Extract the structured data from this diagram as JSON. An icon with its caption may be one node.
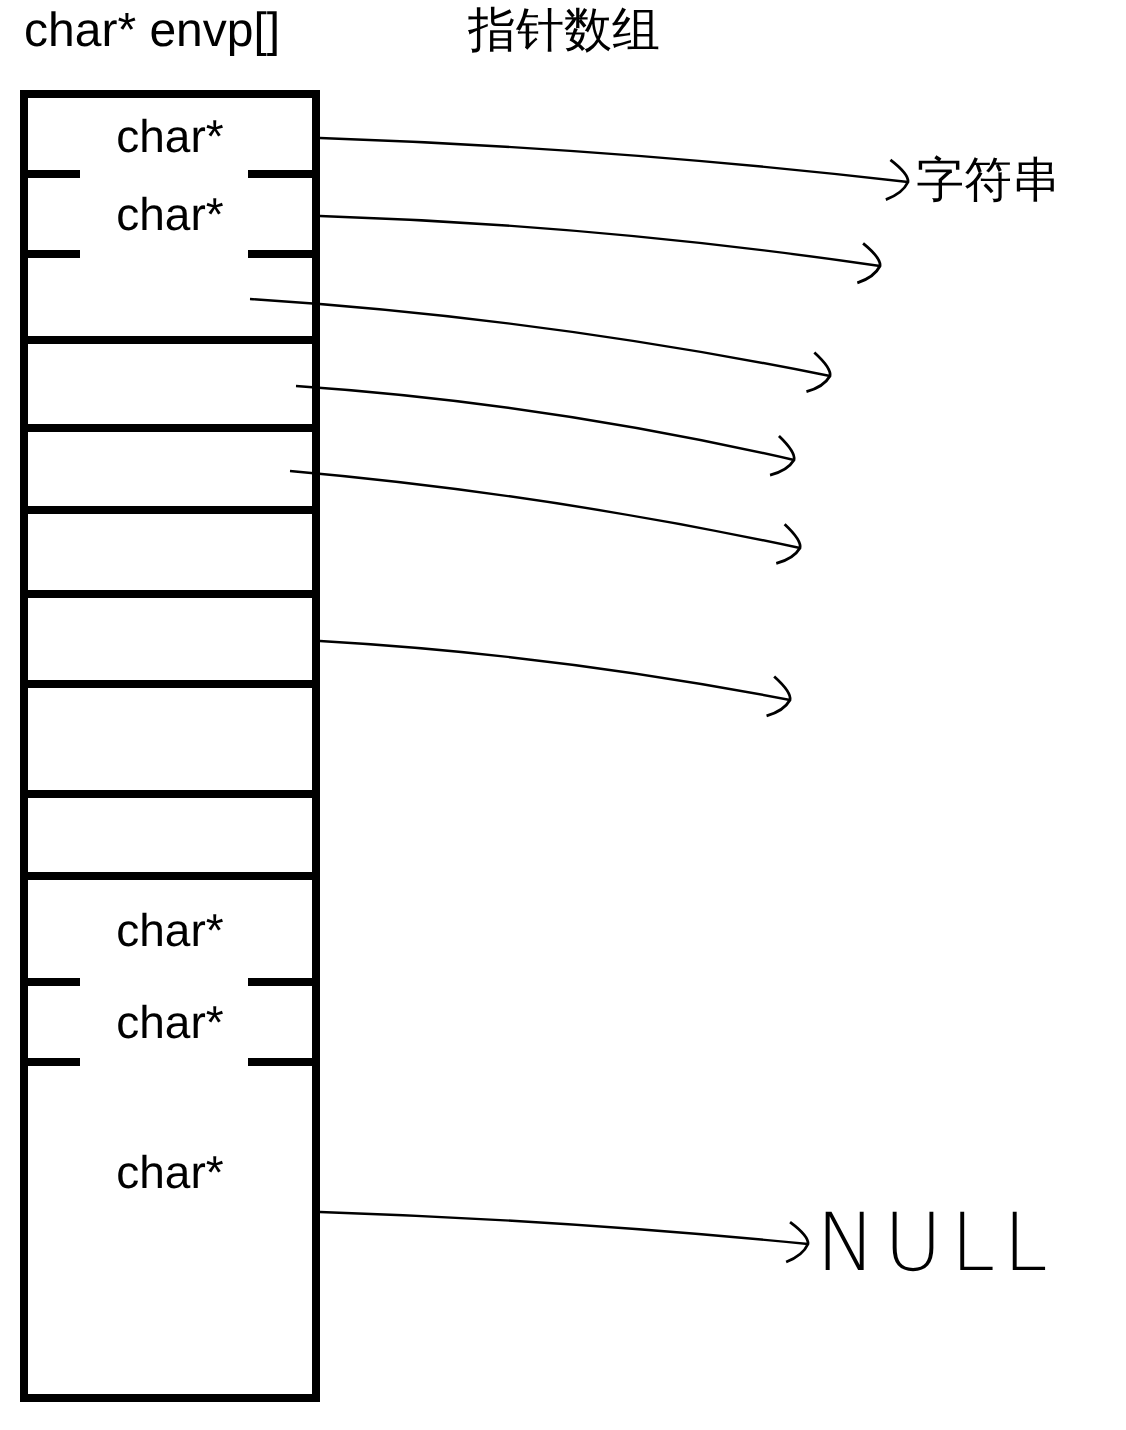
{
  "diagram": {
    "nodes": [
      {
        "text": [
          "char* envp[]",
          "指针数组"
        ]
      },
      {
        "text": [
          "char*"
        ],
        "in": 0
      },
      {
        "text": [
          "char*"
        ],
        "in": 0
      },
      {
        "text": [],
        "shape": "box",
        "in": 0
      },
      {
        "text": [],
        "shape": "box",
        "in": 0
      },
      {
        "text": [],
        "shape": "box",
        "in": 0
      },
      {
        "text": [],
        "shape": "box",
        "in": 0
      },
      {
        "text": [],
        "shape": "box",
        "in": 0
      },
      {
        "text": [],
        "shape": "box",
        "in": 0
      },
      {
        "text": [],
        "shape": "box",
        "in": 0
      },
      {
        "text": [
          "char*"
        ],
        "in": 0
      },
      {
        "text": [
          "char*"
        ],
        "in": 0
      },
      {
        "text": [
          "char*"
        ],
        "in": 0
      },
      {
        "text": [
          "字符串"
        ]
      },
      {
        "text": [
          "NULL"
        ]
      }
    ],
    "edges": [
      {
        "from": 1,
        "to": 13,
        "arrow": "to"
      },
      {
        "from": 2,
        "to": null,
        "arrow": "to"
      },
      {
        "from": 3,
        "to": null,
        "arrow": "to"
      },
      {
        "from": 4,
        "to": null,
        "arrow": "to"
      },
      {
        "from": 5,
        "to": null,
        "arrow": "to"
      },
      {
        "from": 7,
        "to": null,
        "arrow": "to"
      },
      {
        "from": 12,
        "to": 14,
        "arrow": "to"
      }
    ]
  }
}
